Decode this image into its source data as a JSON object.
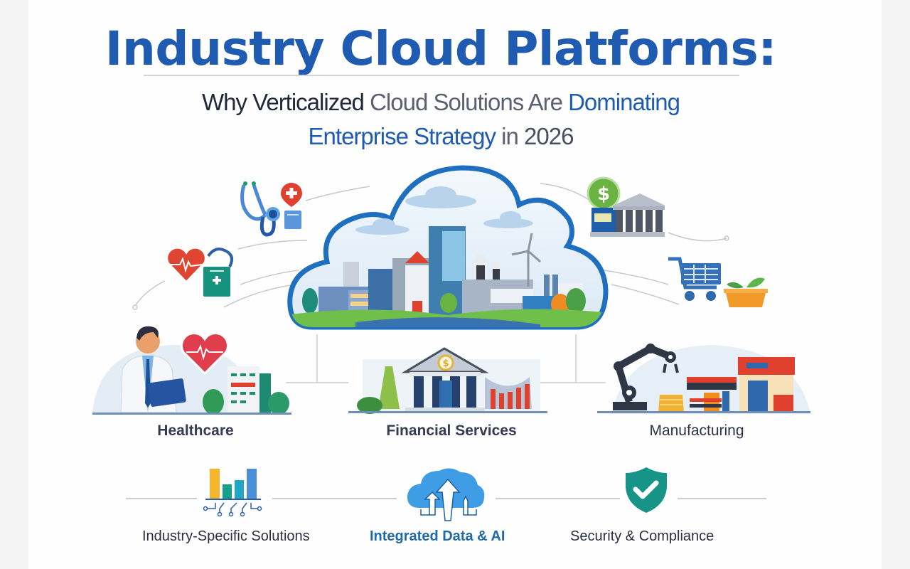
{
  "header": {
    "title": "Industry Cloud Platforms:",
    "subtitle_line1": [
      {
        "text": "Why Verticalized ",
        "style": "dark"
      },
      {
        "text": "Cloud Solutions Are ",
        "style": "gray"
      },
      {
        "text": "Dominating",
        "style": "blue"
      }
    ],
    "subtitle_line2": [
      {
        "text": "Enterprise Strategy ",
        "style": "blue"
      },
      {
        "text": "in ",
        "style": "gray"
      },
      {
        "text": "2026",
        "style": "dark-gray"
      }
    ]
  },
  "hero": {
    "icon": "cloud-city-icon",
    "description": "Cloud containing city skyline with office towers, factory with smokestacks, wind turbine and trees"
  },
  "floating_icons": [
    {
      "name": "stethoscope-icon",
      "side": "left"
    },
    {
      "name": "medical-plus-badge-icon",
      "side": "left"
    },
    {
      "name": "clipboard-icon",
      "side": "left"
    },
    {
      "name": "heart-pulse-icon",
      "side": "left"
    },
    {
      "name": "medical-kit-icon",
      "side": "left"
    },
    {
      "name": "dollar-coin-icon",
      "side": "right"
    },
    {
      "name": "bank-building-icon",
      "side": "right"
    },
    {
      "name": "shopping-cart-icon",
      "side": "right"
    },
    {
      "name": "plant-pot-icon",
      "side": "right"
    }
  ],
  "industries": [
    {
      "label": "Healthcare",
      "icon": "doctor-hospital-icon"
    },
    {
      "label": "Financial Services",
      "icon": "bank-finance-icon"
    },
    {
      "label": "Manufacturing",
      "icon": "robot-arm-factory-icon"
    }
  ],
  "features": [
    {
      "label": "Industry-Specific Solutions",
      "icon": "bar-chart-circuit-icon"
    },
    {
      "label": "Integrated Data & AI",
      "icon": "cloud-upload-arrows-icon"
    },
    {
      "label": "Security & Compliance",
      "icon": "shield-check-icon"
    }
  ],
  "colors": {
    "title_blue": "#1f5bb0",
    "dark_text": "#23293a",
    "gray_text": "#5c6070",
    "cloud_border": "#1e6fbf",
    "teal": "#1b9a8f",
    "red": "#e0402e",
    "green": "#6ab343"
  }
}
